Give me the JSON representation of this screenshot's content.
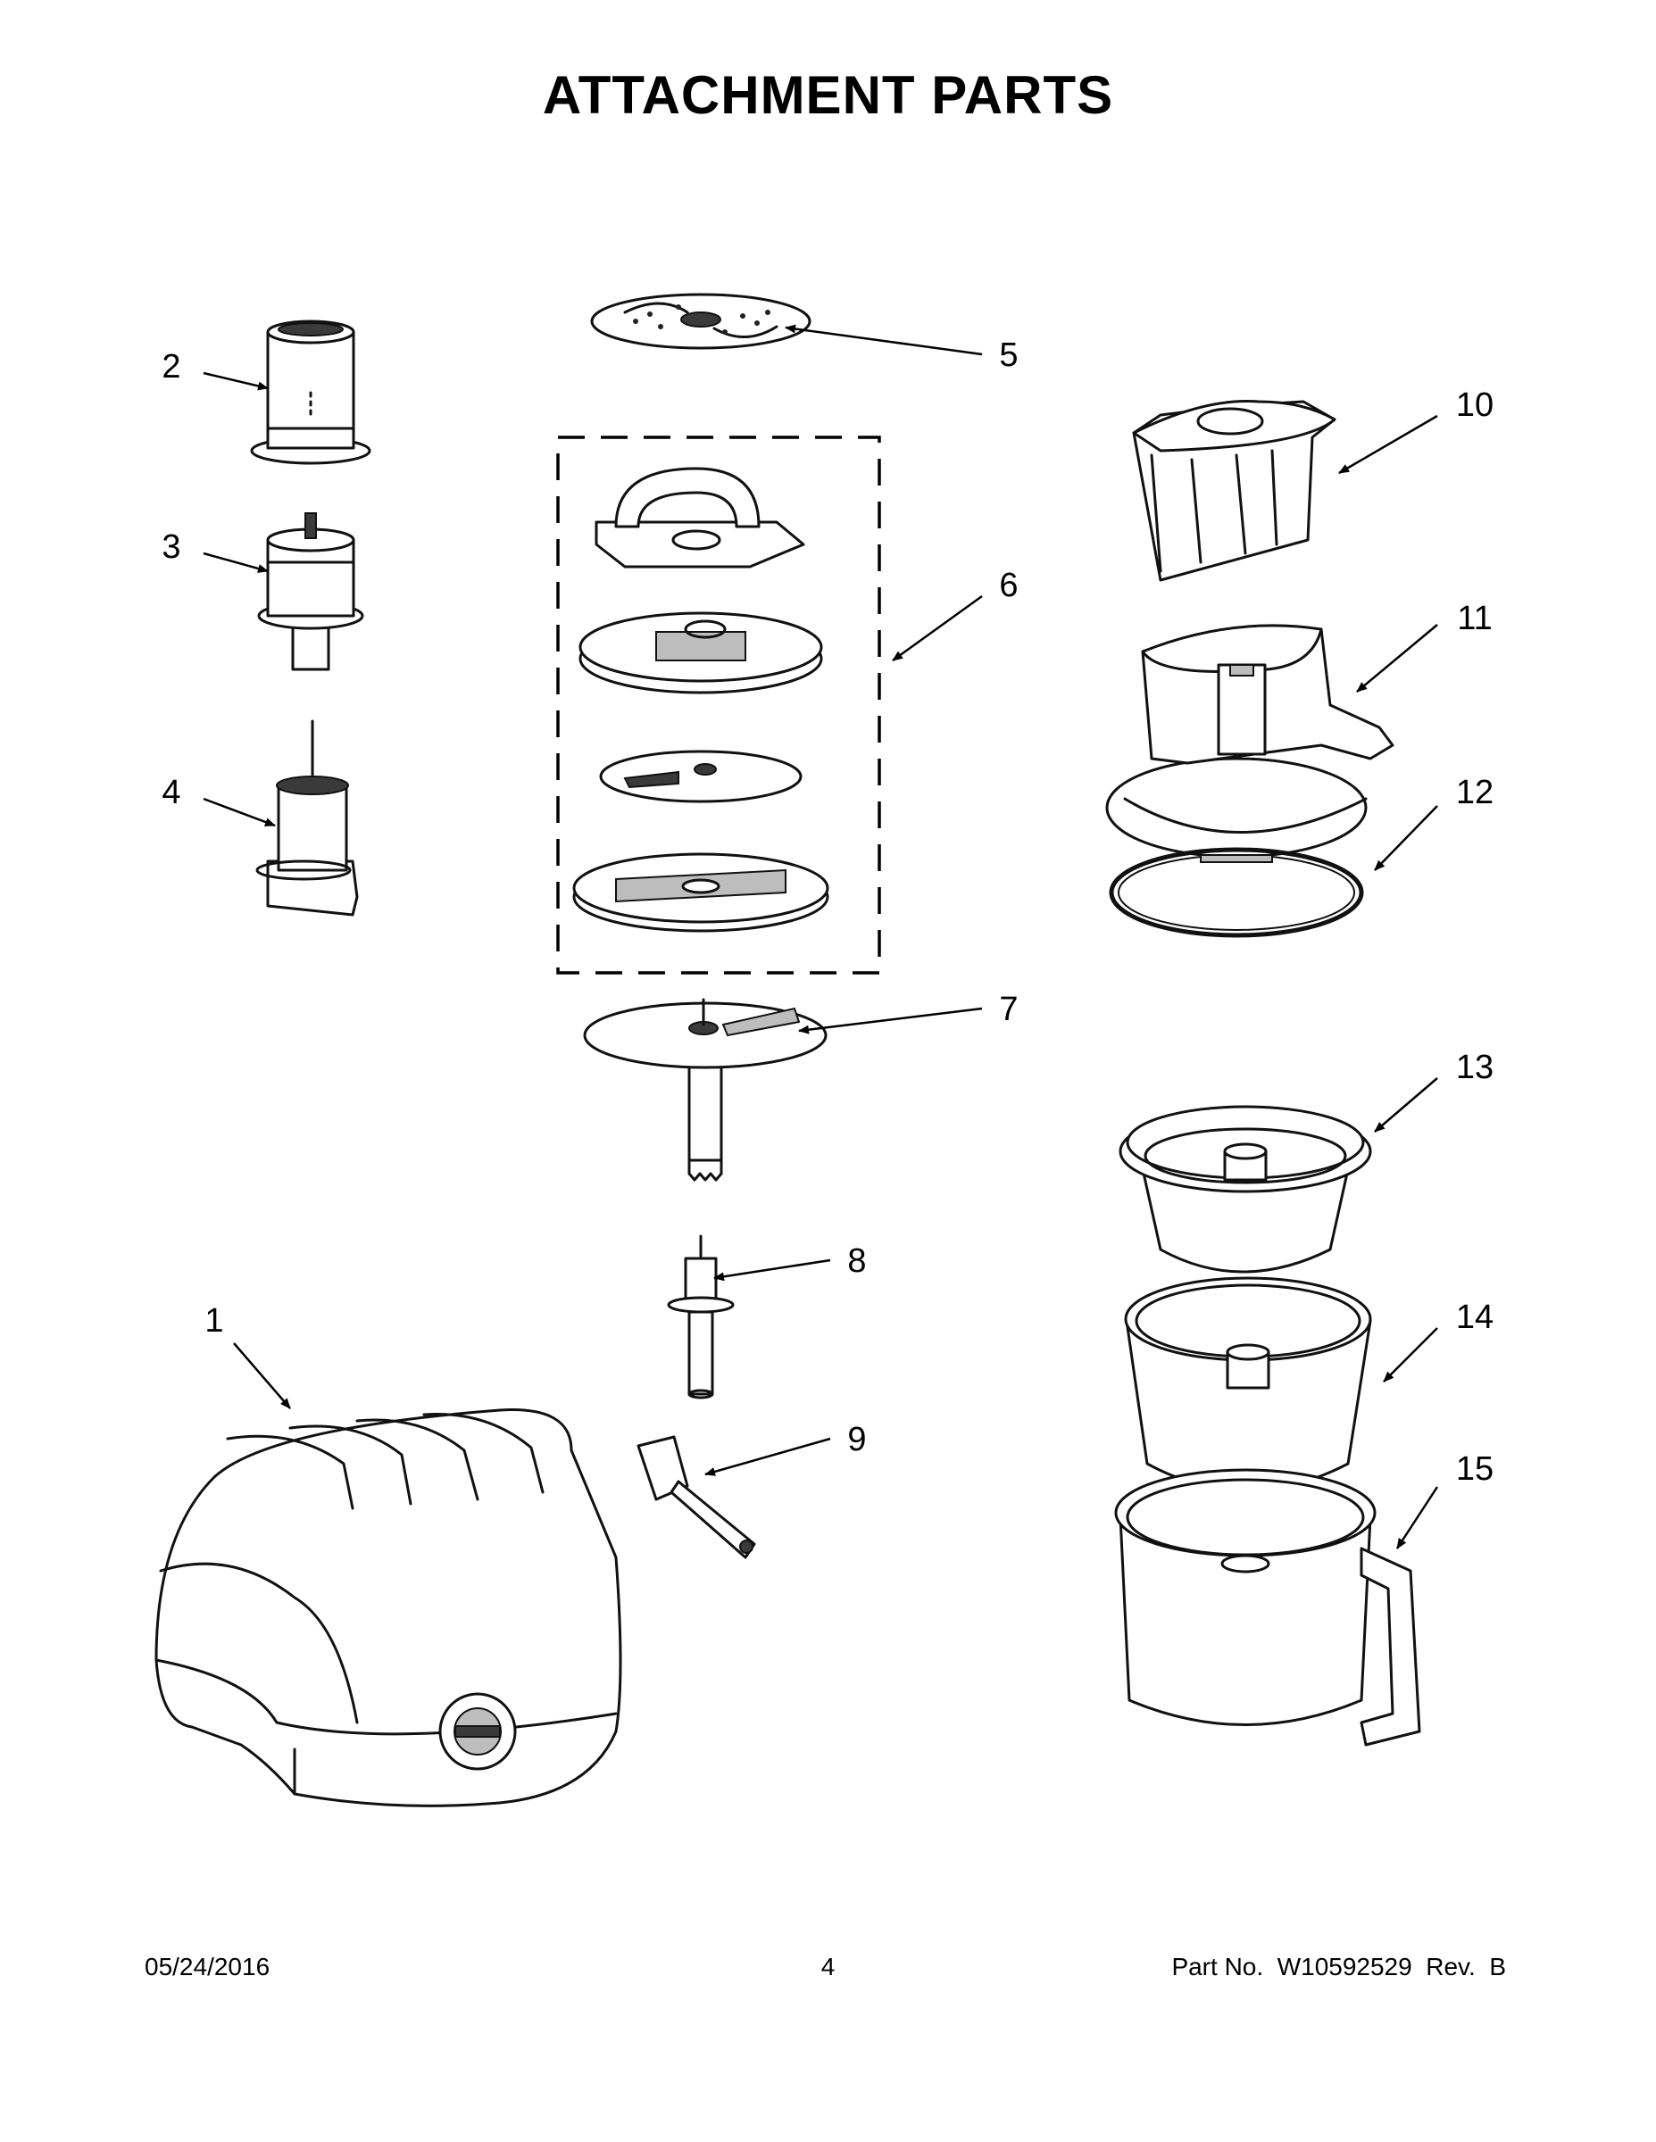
{
  "title": "ATTACHMENT PARTS",
  "callouts": [
    "1",
    "2",
    "3",
    "4",
    "5",
    "6",
    "7",
    "8",
    "9",
    "10",
    "11",
    "12",
    "13",
    "14",
    "15"
  ],
  "footer": {
    "date": "05/24/2016",
    "page": "4",
    "part_no": "Part No.  W10592529  Rev.  B"
  }
}
